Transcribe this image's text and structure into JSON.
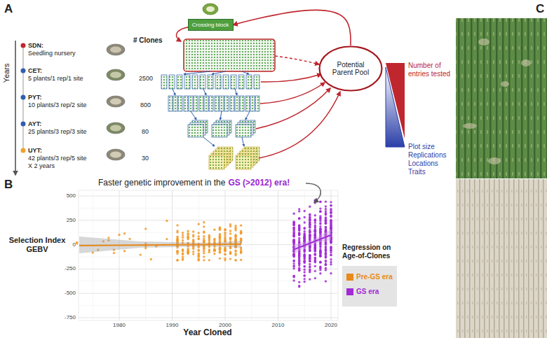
{
  "diagram": {
    "nodes": [
      {
        "text": [
          "Crossing block"
        ]
      },
      {
        "text": [
          "Potential Parent Pool"
        ]
      }
    ],
    "edges": [
      {
        "from": 1,
        "to": 0,
        "arrow": "to"
      }
    ],
    "labels": [
      "A",
      "Years",
      "SDN:",
      "Seedling nursery",
      "# Clones",
      "CET:",
      "5 plants/1 rep/1 site",
      "2500",
      "PYT:",
      "10 plants/3 rep/2 site",
      "800",
      "AYT:",
      "25 plants/3 rep/3 site",
      "80",
      "UYT:",
      "42 plants/3 rep/5 site",
      "X 2 years",
      "30",
      "Number of entries tested",
      "Plot size",
      "Replications",
      "Locations",
      "Traits",
      "B",
      "Faster genetic improvement in the",
      "GS (>2012) era!",
      "Selection Index GEBV",
      "500",
      "250",
      "0",
      "-250",
      "-500",
      "-750",
      "1980",
      "1990",
      "2000",
      "2010",
      "2020",
      "Year Cloned",
      "Regression on Age-of-Clones",
      "C"
    ],
    "legend": [
      {
        "text": "Pre-GS era",
        "color": "#e8891a"
      },
      {
        "text": "GS era",
        "color": "#a22ad6"
      }
    ]
  }
}
